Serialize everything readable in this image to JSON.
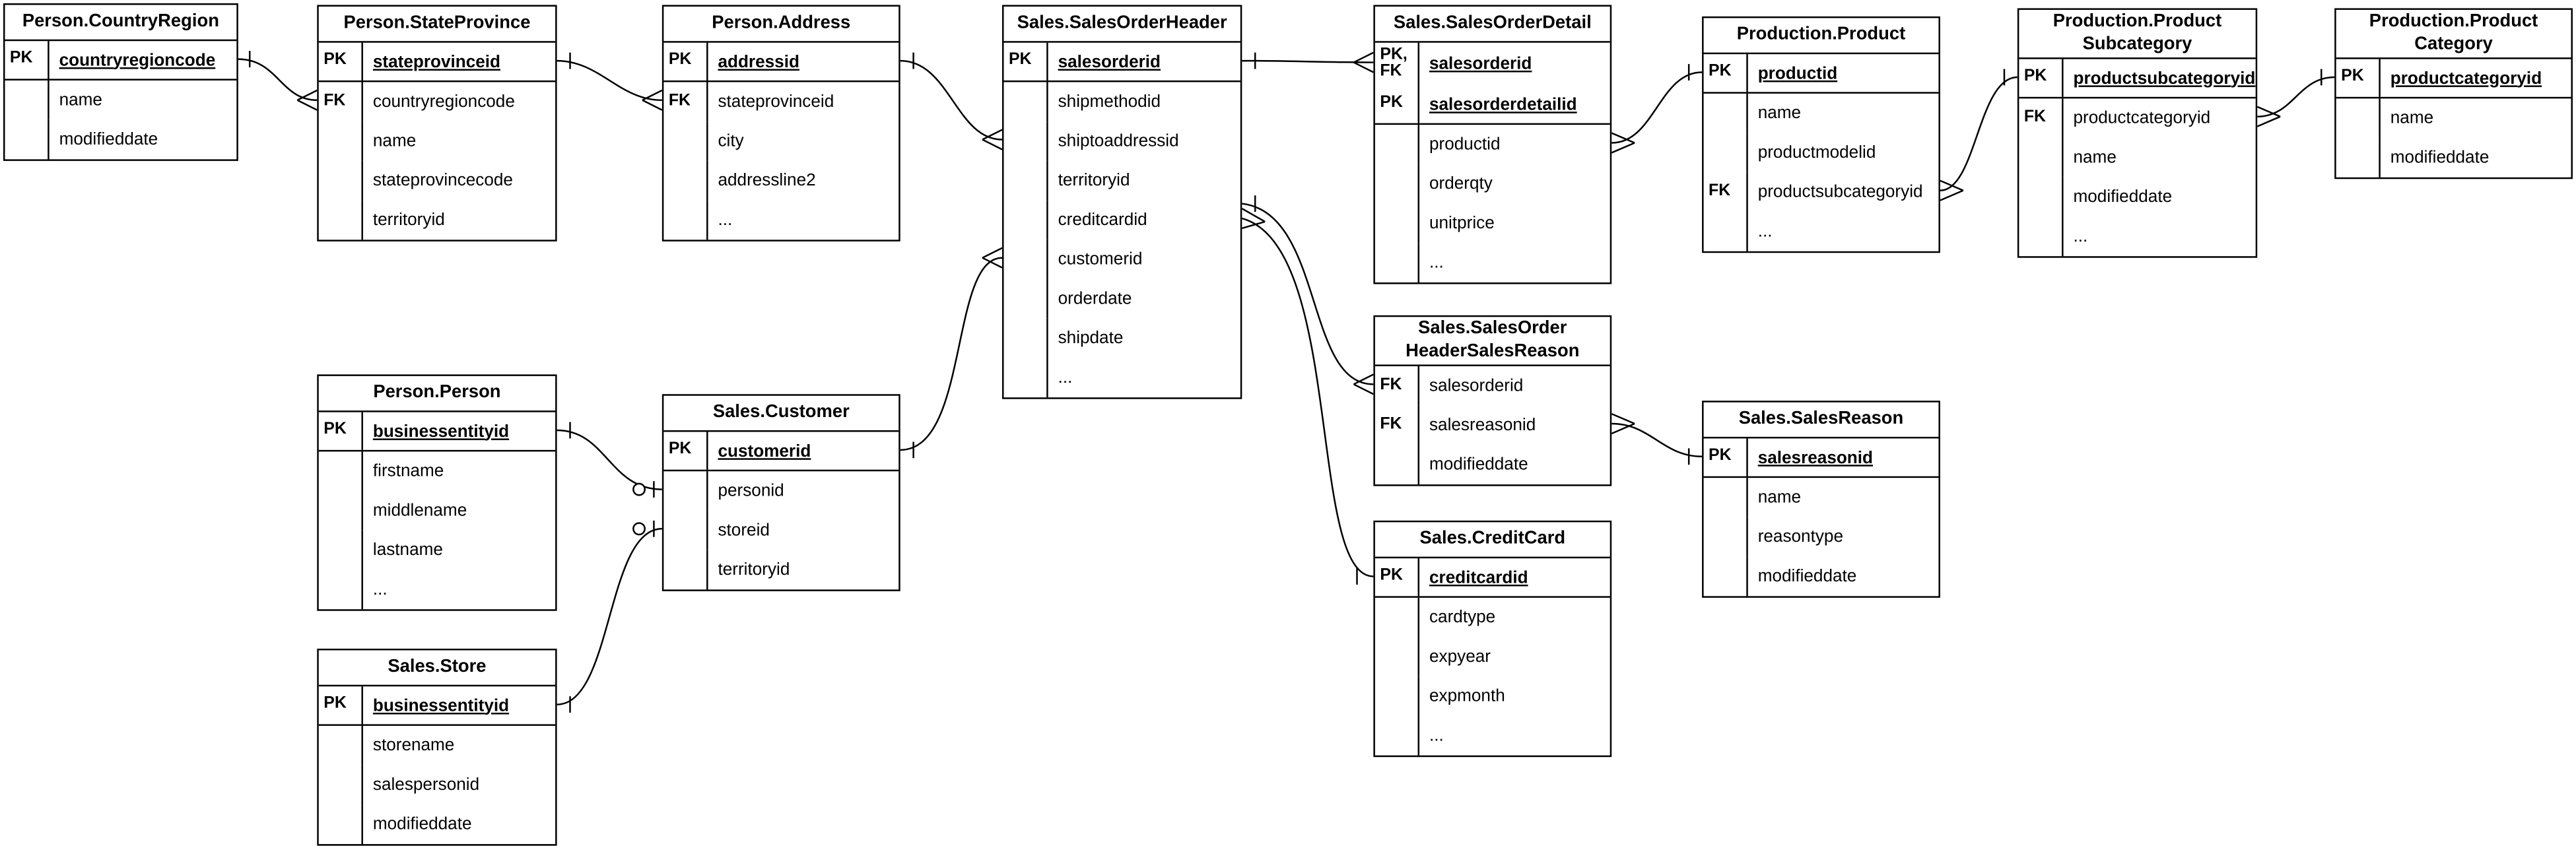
{
  "diagram": {
    "kind": "entity-relationship-diagram",
    "background_color": "#ffffff",
    "line_color": "#000000",
    "text_color": "#000000"
  },
  "tables": [
    {
      "id": "countryregion",
      "title": "Person.CountryRegion",
      "columns": [
        {
          "key": "PK",
          "name": "countryregioncode",
          "pk": true,
          "sep": true
        },
        {
          "key": "",
          "name": "name"
        },
        {
          "key": "",
          "name": "modifieddate"
        }
      ]
    },
    {
      "id": "stateprovince",
      "title": "Person.StateProvince",
      "columns": [
        {
          "key": "PK",
          "name": "stateprovinceid",
          "pk": true,
          "sep": true
        },
        {
          "key": "FK",
          "name": "countryregioncode"
        },
        {
          "key": "",
          "name": "name"
        },
        {
          "key": "",
          "name": "stateprovincecode"
        },
        {
          "key": "",
          "name": "territoryid"
        }
      ]
    },
    {
      "id": "address",
      "title": "Person.Address",
      "columns": [
        {
          "key": "PK",
          "name": "addressid",
          "pk": true,
          "sep": true
        },
        {
          "key": "FK",
          "name": "stateprovinceid"
        },
        {
          "key": "",
          "name": "city"
        },
        {
          "key": "",
          "name": "addressline2"
        },
        {
          "key": "",
          "name": "..."
        }
      ]
    },
    {
      "id": "salesorderheader",
      "title": "Sales.SalesOrderHeader",
      "columns": [
        {
          "key": "PK",
          "name": "salesorderid",
          "pk": true,
          "sep": true
        },
        {
          "key": "",
          "name": "shipmethodid"
        },
        {
          "key": "",
          "name": "shiptoaddressid"
        },
        {
          "key": "",
          "name": "territoryid"
        },
        {
          "key": "",
          "name": "creditcardid"
        },
        {
          "key": "",
          "name": "customerid"
        },
        {
          "key": "",
          "name": "orderdate"
        },
        {
          "key": "",
          "name": "shipdate"
        },
        {
          "key": "",
          "name": "..."
        }
      ]
    },
    {
      "id": "salesorderdetail",
      "title": "Sales.SalesOrderDetail",
      "columns": [
        {
          "key": "PK,\nFK",
          "name": "salesorderid",
          "pk": true
        },
        {
          "key": "PK",
          "name": "salesorderdetailid",
          "pk": true,
          "sep": true
        },
        {
          "key": "",
          "name": "productid"
        },
        {
          "key": "",
          "name": "orderqty"
        },
        {
          "key": "",
          "name": "unitprice"
        },
        {
          "key": "",
          "name": "..."
        }
      ]
    },
    {
      "id": "product",
      "title": "Production.Product",
      "columns": [
        {
          "key": "PK",
          "name": "productid",
          "pk": true,
          "sep": true
        },
        {
          "key": "",
          "name": "name"
        },
        {
          "key": "",
          "name": "productmodelid"
        },
        {
          "key": "FK",
          "name": "productsubcategoryid"
        },
        {
          "key": "",
          "name": "..."
        }
      ]
    },
    {
      "id": "productsubcategory",
      "title": "Production.Product\nSubcategory",
      "columns": [
        {
          "key": "PK",
          "name": "productsubcategoryid",
          "pk": true,
          "sep": true
        },
        {
          "key": "FK",
          "name": "productcategoryid"
        },
        {
          "key": "",
          "name": "name"
        },
        {
          "key": "",
          "name": "modifieddate"
        },
        {
          "key": "",
          "name": "..."
        }
      ]
    },
    {
      "id": "productcategory",
      "title": "Production.Product\nCategory",
      "columns": [
        {
          "key": "PK",
          "name": "productcategoryid",
          "pk": true,
          "sep": true
        },
        {
          "key": "",
          "name": "name"
        },
        {
          "key": "",
          "name": "modifieddate"
        }
      ]
    },
    {
      "id": "person",
      "title": "Person.Person",
      "columns": [
        {
          "key": "PK",
          "name": "businessentityid",
          "pk": true,
          "sep": true
        },
        {
          "key": "",
          "name": "firstname"
        },
        {
          "key": "",
          "name": "middlename"
        },
        {
          "key": "",
          "name": "lastname"
        },
        {
          "key": "",
          "name": "..."
        }
      ]
    },
    {
      "id": "customer",
      "title": "Sales.Customer",
      "columns": [
        {
          "key": "PK",
          "name": "customerid",
          "pk": true,
          "sep": true
        },
        {
          "key": "",
          "name": "personid"
        },
        {
          "key": "",
          "name": "storeid"
        },
        {
          "key": "",
          "name": "territoryid"
        }
      ]
    },
    {
      "id": "headersalesreason",
      "title": "Sales.SalesOrder\nHeaderSalesReason",
      "columns": [
        {
          "key": "FK",
          "name": "salesorderid"
        },
        {
          "key": "FK",
          "name": "salesreasonid"
        },
        {
          "key": "",
          "name": "modifieddate"
        }
      ]
    },
    {
      "id": "salesreason",
      "title": "Sales.SalesReason",
      "columns": [
        {
          "key": "PK",
          "name": "salesreasonid",
          "pk": true,
          "sep": true
        },
        {
          "key": "",
          "name": "name"
        },
        {
          "key": "",
          "name": "reasontype"
        },
        {
          "key": "",
          "name": "modifieddate"
        }
      ]
    },
    {
      "id": "creditcard",
      "title": "Sales.CreditCard",
      "columns": [
        {
          "key": "PK",
          "name": "creditcardid",
          "pk": true,
          "sep": true
        },
        {
          "key": "",
          "name": "cardtype"
        },
        {
          "key": "",
          "name": "expyear"
        },
        {
          "key": "",
          "name": "expmonth"
        },
        {
          "key": "",
          "name": "..."
        }
      ]
    },
    {
      "id": "store",
      "title": "Sales.Store",
      "columns": [
        {
          "key": "PK",
          "name": "businessentityid",
          "pk": true,
          "sep": true
        },
        {
          "key": "",
          "name": "storename"
        },
        {
          "key": "",
          "name": "salespersonid"
        },
        {
          "key": "",
          "name": "modifieddate"
        }
      ]
    }
  ],
  "relationships": [
    {
      "parent": "Person.CountryRegion",
      "child": "Person.StateProvince",
      "foreign_key": "countryregioncode",
      "parent_cardinality": "one",
      "child_cardinality": "many"
    },
    {
      "parent": "Person.StateProvince",
      "child": "Person.Address",
      "foreign_key": "stateprovinceid",
      "parent_cardinality": "one",
      "child_cardinality": "many"
    },
    {
      "parent": "Person.Address",
      "child": "Sales.SalesOrderHeader",
      "foreign_key": "shiptoaddressid",
      "parent_cardinality": "one",
      "child_cardinality": "many"
    },
    {
      "parent": "Sales.Customer",
      "child": "Sales.SalesOrderHeader",
      "foreign_key": "customerid",
      "parent_cardinality": "one",
      "child_cardinality": "many"
    },
    {
      "parent": "Sales.SalesOrderHeader",
      "child": "Sales.SalesOrderDetail",
      "foreign_key": "salesorderid",
      "parent_cardinality": "one",
      "child_cardinality": "many"
    },
    {
      "parent": "Sales.SalesOrderHeader",
      "child": "Sales.SalesOrderHeaderSalesReason",
      "foreign_key": "salesorderid",
      "parent_cardinality": "one",
      "child_cardinality": "many"
    },
    {
      "parent": "Sales.CreditCard",
      "child": "Sales.SalesOrderHeader",
      "foreign_key": "creditcardid",
      "parent_cardinality": "one",
      "child_cardinality": "many"
    },
    {
      "parent": "Sales.SalesReason",
      "child": "Sales.SalesOrderHeaderSalesReason",
      "foreign_key": "salesreasonid",
      "parent_cardinality": "one",
      "child_cardinality": "many"
    },
    {
      "parent": "Production.Product",
      "child": "Sales.SalesOrderDetail",
      "foreign_key": "productid",
      "parent_cardinality": "one",
      "child_cardinality": "many"
    },
    {
      "parent": "Production.ProductSubcategory",
      "child": "Production.Product",
      "foreign_key": "productsubcategoryid",
      "parent_cardinality": "one",
      "child_cardinality": "many"
    },
    {
      "parent": "Production.ProductCategory",
      "child": "Production.ProductSubcategory",
      "foreign_key": "productcategoryid",
      "parent_cardinality": "one",
      "child_cardinality": "many"
    },
    {
      "parent": "Person.Person",
      "child": "Sales.Customer",
      "foreign_key": "personid",
      "parent_cardinality": "one",
      "child_cardinality": "zero-or-one"
    },
    {
      "parent": "Sales.Store",
      "child": "Sales.Customer",
      "foreign_key": "storeid",
      "parent_cardinality": "one",
      "child_cardinality": "zero-or-one"
    }
  ]
}
